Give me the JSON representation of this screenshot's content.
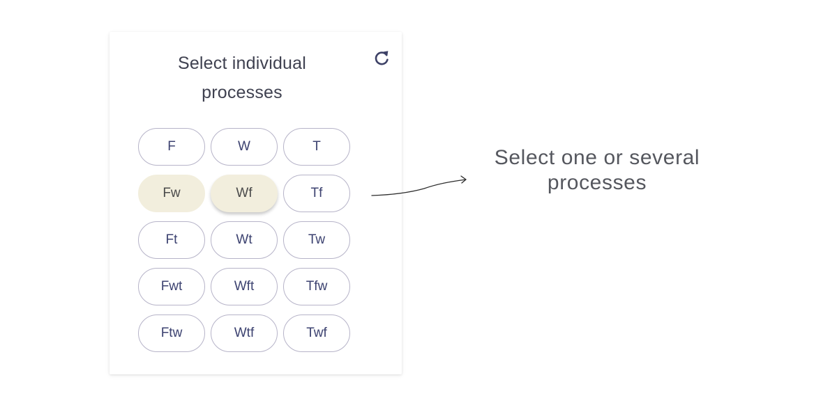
{
  "panel": {
    "title_line1": "Select individual",
    "title_line2": "processes",
    "reset_icon": "refresh-icon",
    "chips": [
      {
        "label": "F",
        "selected": false
      },
      {
        "label": "W",
        "selected": false
      },
      {
        "label": "T",
        "selected": false
      },
      {
        "label": "Fw",
        "selected": true
      },
      {
        "label": "Wf",
        "selected": true,
        "focused": true
      },
      {
        "label": "Tf",
        "selected": false
      },
      {
        "label": "Ft",
        "selected": false
      },
      {
        "label": "Wt",
        "selected": false
      },
      {
        "label": "Tw",
        "selected": false
      },
      {
        "label": "Fwt",
        "selected": false
      },
      {
        "label": "Wft",
        "selected": false
      },
      {
        "label": "Tfw",
        "selected": false
      },
      {
        "label": "Ftw",
        "selected": false
      },
      {
        "label": "Wtf",
        "selected": false
      },
      {
        "label": "Twf",
        "selected": false
      }
    ]
  },
  "annotation": {
    "line1": "Select one or several",
    "line2": "processes"
  },
  "colors": {
    "chip_border": "#b6b3c8",
    "chip_text": "#3c4270",
    "chip_selected_bg": "#f2eedd",
    "title_text": "#3f4150",
    "icon": "#3d4166",
    "annotation_text": "#55575e"
  }
}
